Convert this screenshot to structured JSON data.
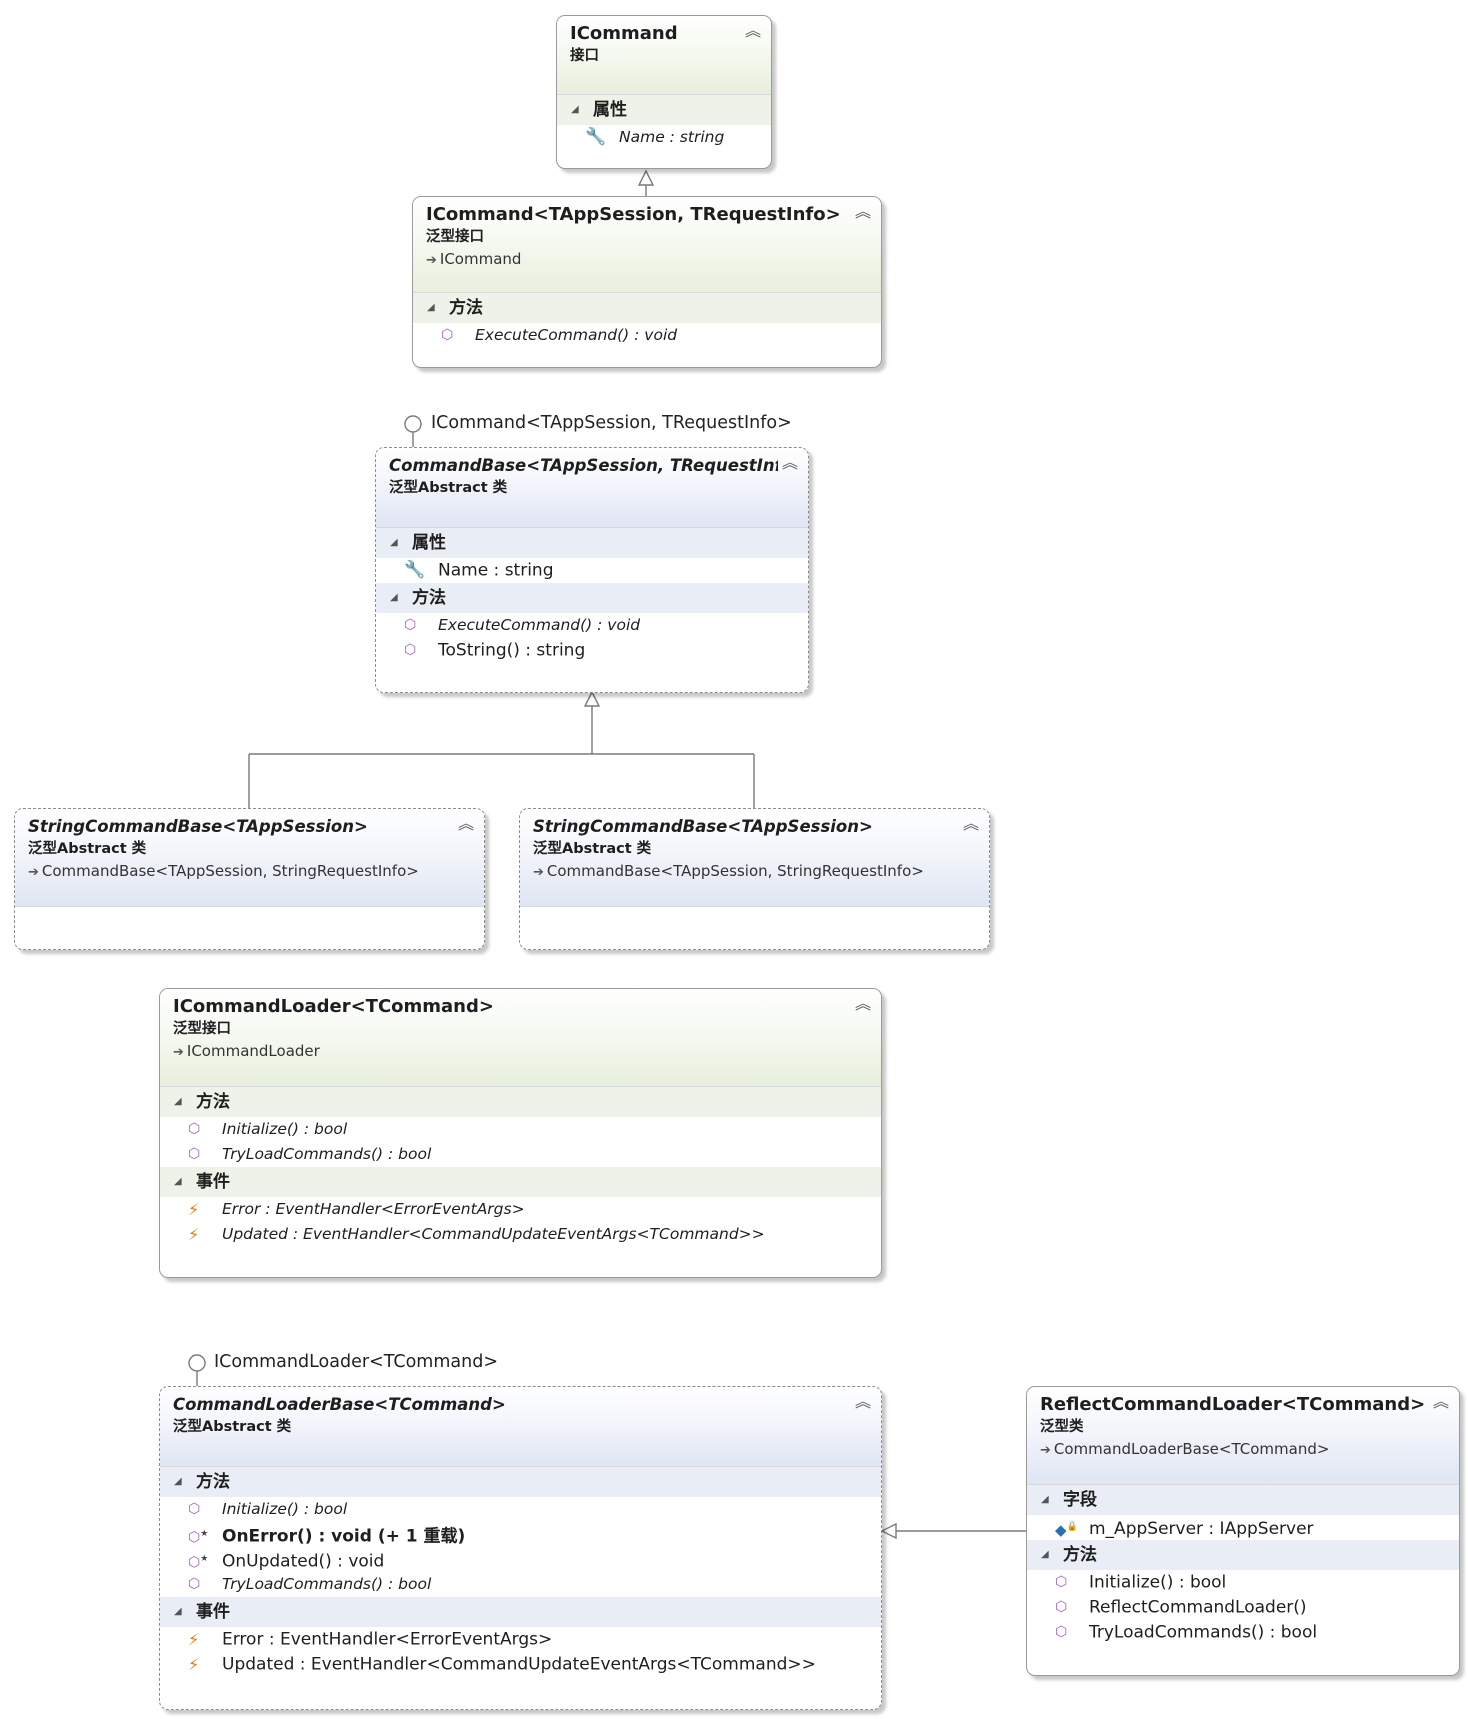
{
  "sections": {
    "properties": "属性",
    "methods": "方法",
    "events": "事件",
    "fields": "字段"
  },
  "collapse_glyph": "︽",
  "inherit_glyph": "➔",
  "icons": {
    "property": "wrench-icon",
    "method": "cube-icon",
    "event": "lightning-icon",
    "field": "field-lock-icon"
  },
  "icommand": {
    "title": "ICommand",
    "stereotype": "接口",
    "properties": [
      "Name : string"
    ]
  },
  "icommand_generic": {
    "title": "ICommand<TAppSession, TRequestInfo>",
    "stereotype": "泛型接口",
    "inherits": "ICommand",
    "methods": [
      "ExecuteCommand() : void"
    ]
  },
  "commandbase": {
    "lollipop": "ICommand<TAppSession, TRequestInfo>",
    "title": "CommandBase<TAppSession,  TRequestInf...",
    "stereotype": "泛型Abstract 类",
    "properties": [
      "Name : string"
    ],
    "methods": [
      "ExecuteCommand() : void",
      "ToString() : string"
    ]
  },
  "stringcommandbase_left": {
    "title": "StringCommandBase<TAppSession>",
    "stereotype": "泛型Abstract 类",
    "inherits": "CommandBase<TAppSession, StringRequestInfo>"
  },
  "stringcommandbase_right": {
    "title": "StringCommandBase<TAppSession>",
    "stereotype": "泛型Abstract 类",
    "inherits": "CommandBase<TAppSession, StringRequestInfo>"
  },
  "icommandloader": {
    "title": "ICommandLoader<TCommand>",
    "stereotype": "泛型接口",
    "inherits": "ICommandLoader",
    "methods": [
      "Initialize() : bool",
      "TryLoadCommands() : bool"
    ],
    "events": [
      "Error : EventHandler<ErrorEventArgs>",
      "Updated : EventHandler<CommandUpdateEventArgs<TCommand>>"
    ]
  },
  "commandloaderbase": {
    "lollipop": "ICommandLoader<TCommand>",
    "title": "CommandLoaderBase<TCommand>",
    "stereotype": "泛型Abstract 类",
    "methods": [
      "Initialize() : bool",
      "OnError() : void (+ 1 重载)",
      "OnUpdated() : void",
      "TryLoadCommands() : bool"
    ],
    "events": [
      "Error : EventHandler<ErrorEventArgs>",
      "Updated : EventHandler<CommandUpdateEventArgs<TCommand>>"
    ]
  },
  "reflectcommandloader": {
    "title": "ReflectCommandLoader<TCommand>",
    "stereotype": "泛型类",
    "inherits": "CommandLoaderBase<TCommand>",
    "fields": [
      "m_AppServer : IAppServer"
    ],
    "methods": [
      "Initialize() : bool",
      "ReflectCommandLoader()",
      "TryLoadCommands() : bool"
    ]
  }
}
